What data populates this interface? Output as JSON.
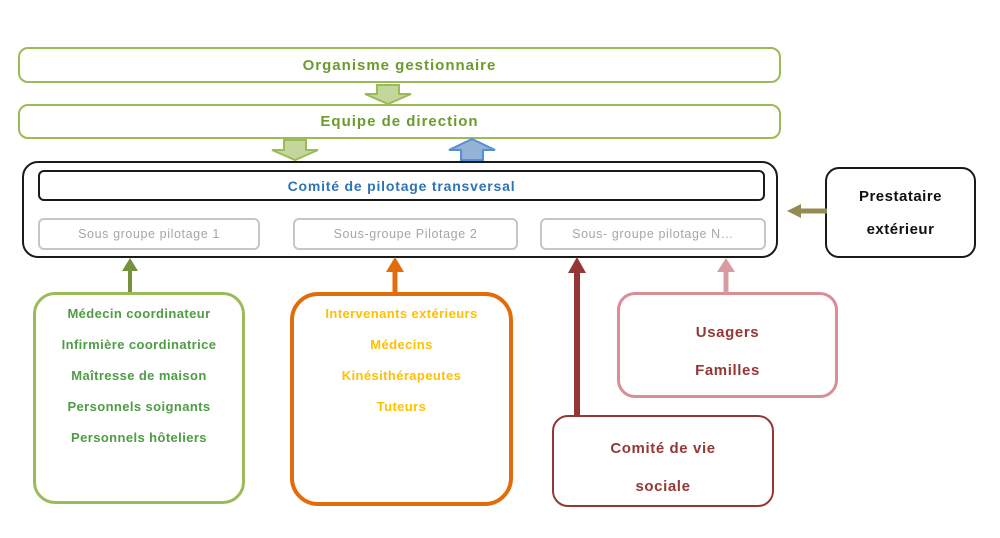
{
  "org_box": {
    "label": "Organisme gestionnaire"
  },
  "direction_box": {
    "label": "Equipe de direction"
  },
  "pilotage": {
    "title": "Comité de pilotage transversal",
    "subgroups": [
      {
        "label": "Sous groupe pilotage 1"
      },
      {
        "label": "Sous-groupe Pilotage 2"
      },
      {
        "label": "Sous- groupe pilotage N…"
      }
    ]
  },
  "prestataire": {
    "line1": "Prestataire",
    "line2": "extérieur"
  },
  "internal_team": {
    "items": [
      "Médecin coordinateur",
      "Infirmière coordinatrice",
      "Maîtresse de maison",
      "Personnels soignants",
      "Personnels hôteliers"
    ]
  },
  "external_team": {
    "items": [
      "Intervenants extérieurs",
      "Médecins",
      "Kinésithérapeutes",
      "Tuteurs"
    ]
  },
  "usagers": {
    "line1": "Usagers",
    "line2": "Familles"
  },
  "vie_sociale": {
    "line1": "Comité de vie",
    "line2": "sociale"
  },
  "colors": {
    "green_border": "#9BBB59",
    "green_header_text": "#6B9B2D",
    "green_item_text": "#4E9C44",
    "green_block_arrow_fill": "#C3D69B",
    "blue_block_arrow_fill": "#95B3D7",
    "blue_block_arrow_stroke": "#558ED5",
    "comite_title_text": "#2E74B5",
    "subgroup_text": "#A6A6A6",
    "subgroup_border": "#C6C6C6",
    "orange_border": "#E36C0A",
    "gold_text": "#FFC000",
    "pink_border": "#D98E96",
    "pink_arrow": "#D99BA2",
    "dark_red": "#943634",
    "dark_red_text": "#953735",
    "dark_green_arrow": "#76923C",
    "olive_arrow": "#948A54",
    "black_border": "#1a1a1a"
  }
}
